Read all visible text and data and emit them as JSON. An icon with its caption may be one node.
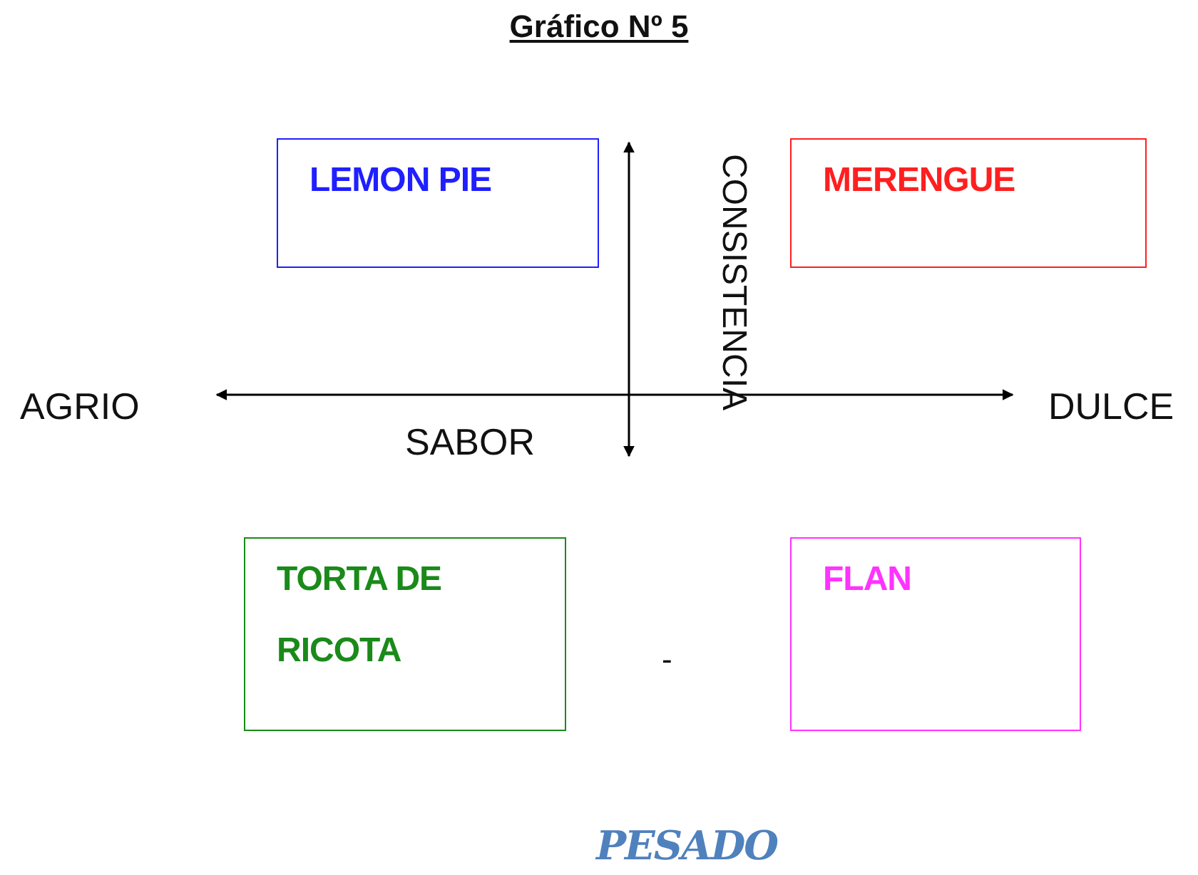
{
  "diagram": {
    "title": "Gráfico Nº 5",
    "nodes": [
      {
        "text": [
          "LEMON PIE"
        ]
      },
      {
        "text": [
          "MERENGUE"
        ]
      },
      {
        "text": [
          "TORTA DE RICOTA"
        ]
      },
      {
        "text": [
          "FLAN"
        ]
      }
    ],
    "labels": [
      "CONSISTENCIA",
      "AGRIO",
      "DULCE",
      "SABOR",
      "-",
      "PESADO"
    ]
  }
}
